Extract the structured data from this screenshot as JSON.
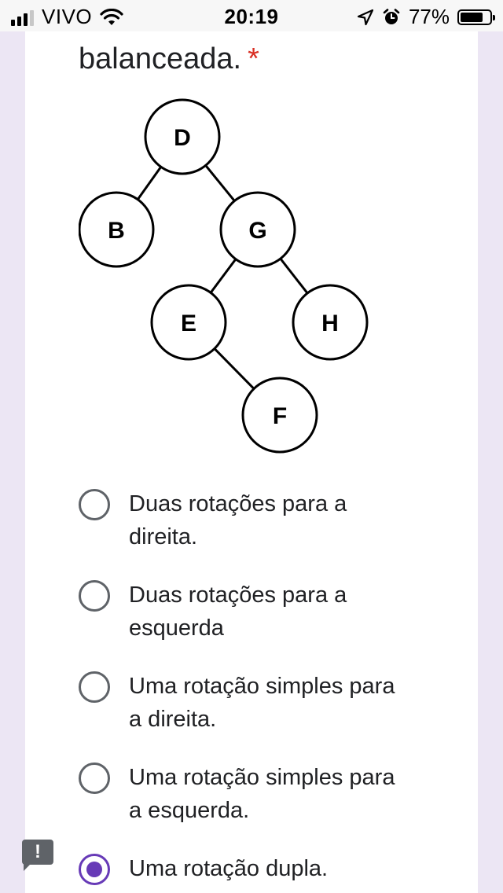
{
  "status_bar": {
    "carrier": "VIVO",
    "time": "20:19",
    "battery_percent_label": "77%",
    "battery_level": 0.77,
    "icons": [
      "signal-icon",
      "wifi-icon",
      "location-arrow-icon",
      "alarm-icon",
      "battery-icon"
    ]
  },
  "question": {
    "text": "balanceada.",
    "required_mark": "*"
  },
  "tree": {
    "nodes": [
      {
        "id": "D",
        "label": "D"
      },
      {
        "id": "B",
        "label": "B"
      },
      {
        "id": "G",
        "label": "G"
      },
      {
        "id": "E",
        "label": "E"
      },
      {
        "id": "H",
        "label": "H"
      },
      {
        "id": "F",
        "label": "F"
      }
    ],
    "edges": [
      [
        "D",
        "B"
      ],
      [
        "D",
        "G"
      ],
      [
        "G",
        "E"
      ],
      [
        "G",
        "H"
      ],
      [
        "E",
        "F"
      ]
    ]
  },
  "options": [
    {
      "label": "Duas rotações para a direita.",
      "selected": false
    },
    {
      "label": "Duas rotações para a esquerda",
      "selected": false
    },
    {
      "label": "Uma rotação simples para a direita.",
      "selected": false
    },
    {
      "label": "Uma rotação simples para a esquerda.",
      "selected": false
    },
    {
      "label": "Uma rotação dupla.",
      "selected": true
    }
  ],
  "report_button": {
    "icon": "report-icon",
    "glyph": "!"
  },
  "colors": {
    "accent": "#673ab7",
    "required": "#d93025",
    "background": "#ece6f4"
  }
}
